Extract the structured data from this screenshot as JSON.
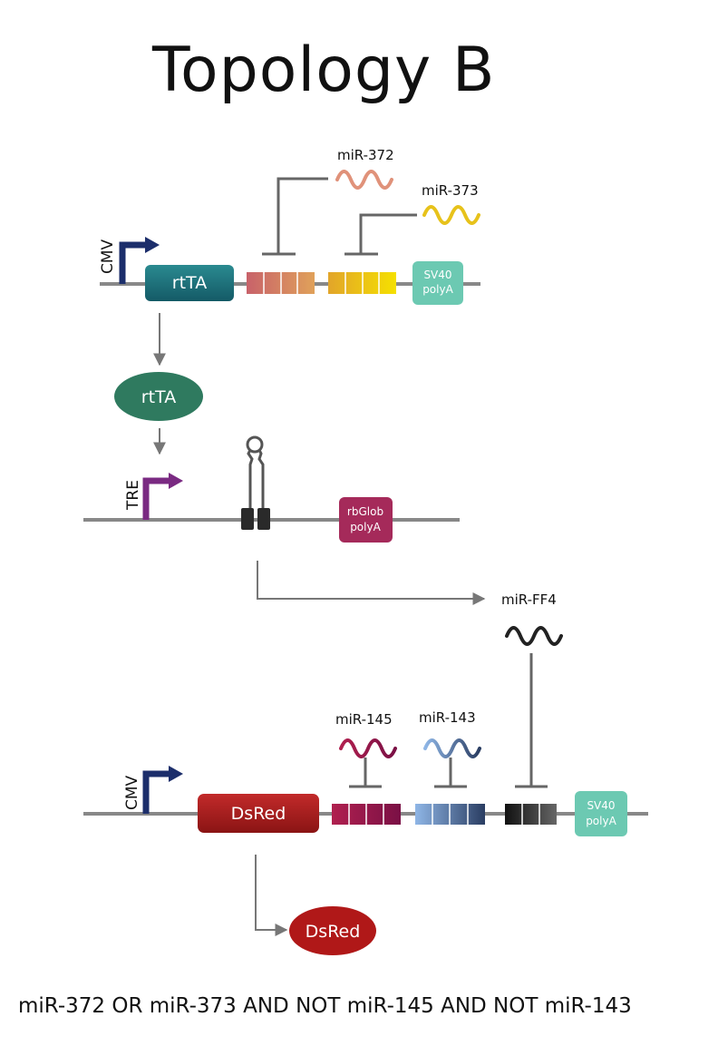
{
  "title": "Topology B",
  "caption": "miR-372 OR miR-373 AND NOT miR-145 AND NOT miR-143",
  "construct1": {
    "promoter": "CMV",
    "gene": "rtTA",
    "mirna_a": "miR-372",
    "mirna_b": "miR-373",
    "terminator_line1": "SV40",
    "terminator_line2": "polyA"
  },
  "protein1": "rtTA",
  "construct2": {
    "promoter": "TRE",
    "terminator_line1": "rbGlob",
    "terminator_line2": "polyA"
  },
  "intronic_mirna": "miR-FF4",
  "construct3": {
    "promoter": "CMV",
    "gene": "DsRed",
    "mirna_a": "miR-145",
    "mirna_b": "miR-143",
    "terminator_line1": "SV40",
    "terminator_line2": "polyA"
  },
  "protein2": "DsRed",
  "colors": {
    "rtTA_gene": "#1d6f7d",
    "rtTA_protein": "#2f7a5f",
    "dsred": "#a81c1c",
    "sv40": "#6cc9b2",
    "rbglob": "#a52a5a",
    "cmv_arrow": "#1c2e6b",
    "tre_arrow": "#7a2a82",
    "mir372": "#e0927a",
    "mir373": "#e7c21b",
    "mir145": "#b0204f",
    "mir143": "#4f6fb8",
    "mirff4": "#222222"
  }
}
